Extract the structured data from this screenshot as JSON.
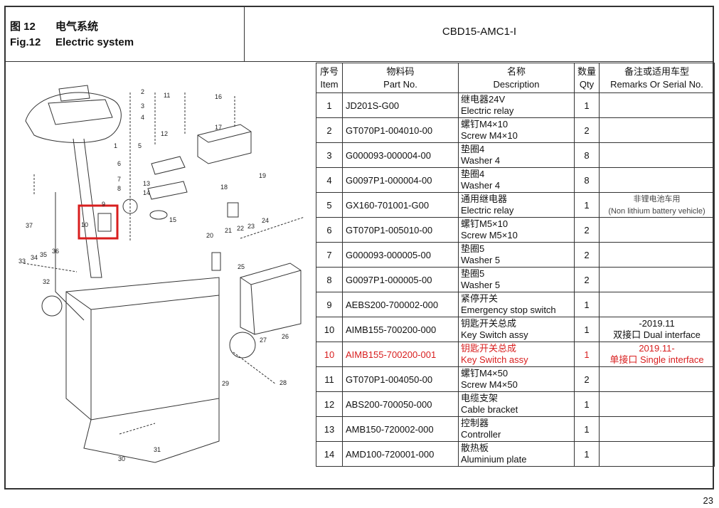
{
  "header": {
    "fig_zh": "图 12",
    "title_zh": "电气系统",
    "fig_en": "Fig.12",
    "title_en": "Electric system",
    "model": "CBD15-AMC1-I"
  },
  "table": {
    "headers": {
      "item_zh": "序号",
      "item_en": "Item",
      "part_zh": "物料码",
      "part_en": "Part No.",
      "desc_zh": "名称",
      "desc_en": "Description",
      "qty_zh": "数量",
      "qty_en": "Qty",
      "rem_zh": "备注或适用车型",
      "rem_en": "Remarks Or Serial No."
    },
    "rows": [
      {
        "item": "1",
        "part": "JD201S-G00",
        "desc_zh": "继电器24V",
        "desc_en": "Electric relay",
        "qty": "1",
        "rem1": "",
        "rem2": ""
      },
      {
        "item": "2",
        "part": "GT070P1-004010-00",
        "desc_zh": "螺钉M4×10",
        "desc_en": "Screw M4×10",
        "qty": "2",
        "rem1": "",
        "rem2": ""
      },
      {
        "item": "3",
        "part": "G000093-000004-00",
        "desc_zh": "垫圈4",
        "desc_en": "Washer 4",
        "qty": "8",
        "rem1": "",
        "rem2": ""
      },
      {
        "item": "4",
        "part": "G0097P1-000004-00",
        "desc_zh": "垫圈4",
        "desc_en": "Washer 4",
        "qty": "8",
        "rem1": "",
        "rem2": ""
      },
      {
        "item": "5",
        "part": "GX160-701001-G00",
        "desc_zh": "通用继电器",
        "desc_en": "Electric relay",
        "qty": "1",
        "rem1": "非锂电池车用",
        "rem2": "(Non lithium battery vehicle)"
      },
      {
        "item": "6",
        "part": "GT070P1-005010-00",
        "desc_zh": "螺钉M5×10",
        "desc_en": "Screw M5×10",
        "qty": "2",
        "rem1": "",
        "rem2": ""
      },
      {
        "item": "7",
        "part": "G000093-000005-00",
        "desc_zh": "垫圈5",
        "desc_en": "Washer 5",
        "qty": "2",
        "rem1": "",
        "rem2": ""
      },
      {
        "item": "8",
        "part": "G0097P1-000005-00",
        "desc_zh": "垫圈5",
        "desc_en": "Washer 5",
        "qty": "2",
        "rem1": "",
        "rem2": ""
      },
      {
        "item": "9",
        "part": "AEBS200-700002-000",
        "desc_zh": "紧停开关",
        "desc_en": "Emergency stop switch",
        "qty": "1",
        "rem1": "",
        "rem2": ""
      },
      {
        "item": "10",
        "part": "AIMB155-700200-000",
        "desc_zh": "钥匙开关总成",
        "desc_en": "Key Switch assy",
        "qty": "1",
        "rem1": "-2019.11",
        "rem2": "双接口 Dual interface"
      },
      {
        "item": "10",
        "part": "AIMB155-700200-001",
        "desc_zh": "钥匙开关总成",
        "desc_en": "Key Switch assy",
        "qty": "1",
        "rem1": "2019.11-",
        "rem2": "单接口 Single interface"
      },
      {
        "item": "11",
        "part": "GT070P1-004050-00",
        "desc_zh": "螺钉M4×50",
        "desc_en": "Screw M4×50",
        "qty": "2",
        "rem1": "",
        "rem2": ""
      },
      {
        "item": "12",
        "part": "ABS200-700050-000",
        "desc_zh": "电缆支架",
        "desc_en": "Cable bracket",
        "qty": "1",
        "rem1": "",
        "rem2": ""
      },
      {
        "item": "13",
        "part": "AMB150-720002-000",
        "desc_zh": "控制器",
        "desc_en": "Controller",
        "qty": "1",
        "rem1": "",
        "rem2": ""
      },
      {
        "item": "14",
        "part": "AMD100-720001-000",
        "desc_zh": "散热板",
        "desc_en": "Aluminium plate",
        "qty": "1",
        "rem1": "",
        "rem2": ""
      }
    ]
  },
  "diagram_labels": [
    "1",
    "2",
    "3",
    "4",
    "5",
    "6",
    "7",
    "8",
    "9",
    "10",
    "11",
    "12",
    "13",
    "14",
    "15",
    "16",
    "17",
    "18",
    "19",
    "20",
    "21",
    "22",
    "23",
    "24",
    "25",
    "26",
    "27",
    "28",
    "29",
    "30",
    "31",
    "32",
    "33",
    "34",
    "35",
    "36",
    "37"
  ],
  "highlight_color": "#d81e1e",
  "page_number": "23"
}
